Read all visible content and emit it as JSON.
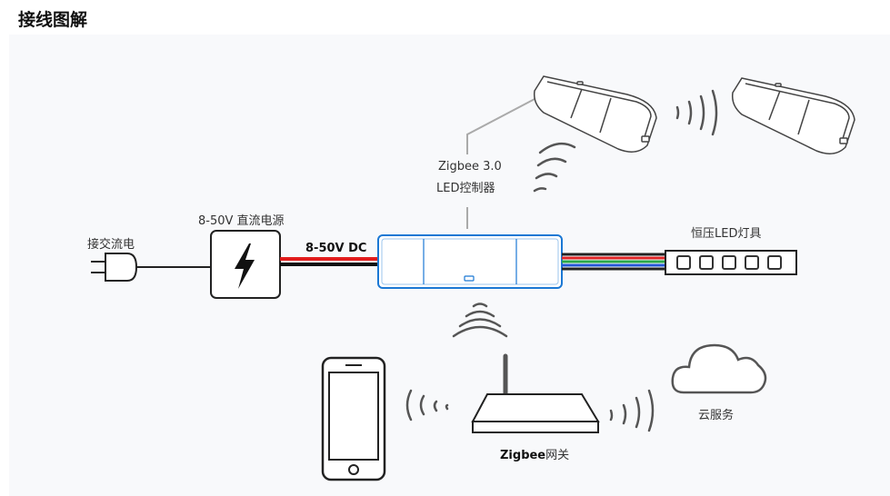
{
  "page": {
    "title": "接线图解"
  },
  "labels": {
    "ac_input": "接交流电",
    "power_supply": "8-50V 直流电源",
    "dc_cable": "8-50V DC",
    "controller_line1": "Zigbee 3.0",
    "controller_line2": "LED控制器",
    "led_strip": "恒压LED灯具",
    "cloud": "云服务",
    "gateway_brand": "Zigbee",
    "gateway_suffix": "网关"
  },
  "colors": {
    "dc_red": "#e11d1d",
    "controller_blue": "#1b78d4",
    "rgb_wires": [
      "#e02424",
      "#2aa84a",
      "#2457d6",
      "#222222",
      "#ffffff"
    ]
  }
}
